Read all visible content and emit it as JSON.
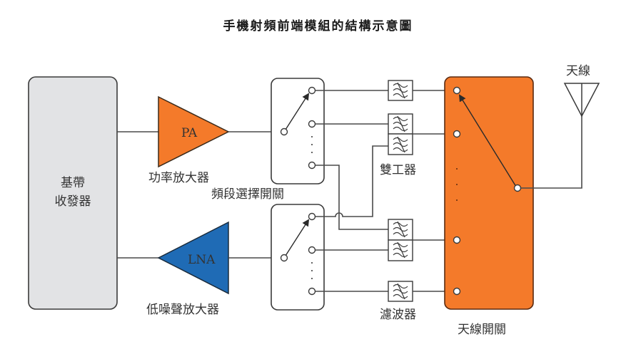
{
  "title": "手機射頻前端模組的結構示意圖",
  "colors": {
    "pa": "#f47a2a",
    "lna": "#1f6bb5",
    "antenna_switch": "#f47a2a",
    "baseband": "#e2e3e5",
    "wire": "#4a4a4a"
  },
  "blocks": {
    "baseband_line1": "基帶",
    "baseband_line2": "收發器",
    "pa": "PA",
    "pa_label": "功率放大器",
    "lna": "LNA",
    "lna_label": "低噪聲放大器",
    "band_switch_label": "頻段選擇開關",
    "duplexer_label": "雙工器",
    "filter_label": "濾波器",
    "antenna_switch_label": "天線開關",
    "antenna_label": "天線"
  },
  "icons": {
    "filter": "bandpass-filter-icon",
    "antenna": "antenna-icon",
    "switch": "spdt-switch-icon"
  }
}
